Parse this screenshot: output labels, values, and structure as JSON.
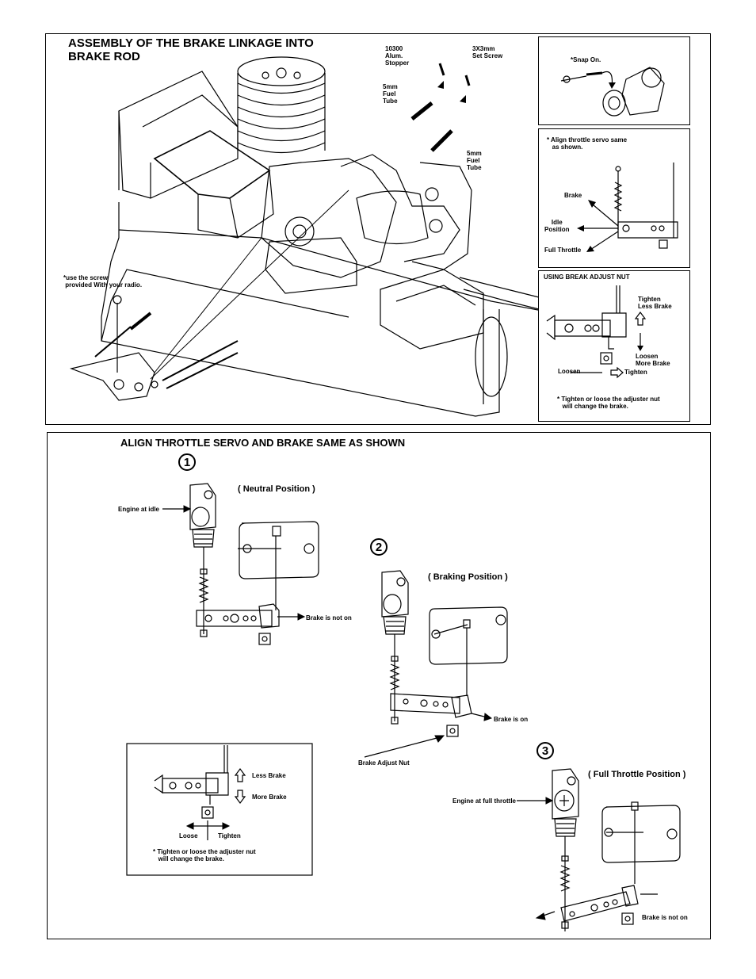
{
  "top_panel": {
    "title": "ASSEMBLY OF THE BRAKE LINKAGE INTO\nBRAKE ROD",
    "labels": {
      "stopper": "10300\nAlum.\nStopper",
      "set_screw": "3X3mm\nSet Screw",
      "fuel_tube_1": "5mm\nFuel\nTube",
      "fuel_tube_2": "5mm\nFuel\nTube",
      "screw_note": "*use the screw\n provided With your radio."
    }
  },
  "snap_panel": {
    "label": "*Snap On."
  },
  "align_panel": {
    "title": "* Align throttle servo same\n   as shown.",
    "brake": "Brake",
    "idle": "Idle\nPosition",
    "full_throttle": "Full Throttle"
  },
  "adjust_panel": {
    "title": "USING BREAK ADJUST NUT",
    "tighten_less": "Tighten\nLess Brake",
    "loosen_more": "Loosen\nMore Brake",
    "loosen": "Loosen",
    "tighten": "Tighten",
    "note": "* Tighten or loose the adjuster nut\n   will change the brake."
  },
  "bottom_panel": {
    "title": "ALIGN THROTTLE SERVO AND BRAKE SAME AS SHOWN",
    "step1": {
      "number": "1",
      "position": "( Neutral Position )",
      "engine": "Engine at idle",
      "brake": "Brake is not on"
    },
    "step2": {
      "number": "2",
      "position": "( Braking Position )",
      "brake": "Brake is on",
      "adjust_nut": "Brake Adjust Nut"
    },
    "step3": {
      "number": "3",
      "position": "( Full Throttle Position )",
      "engine": "Engine at full throttle",
      "brake": "Brake is not on"
    },
    "inset": {
      "less_brake": "Less Brake",
      "more_brake": "More Brake",
      "loose": "Loose",
      "tighten": "Tighten",
      "note": "* Tighten or loose the adjuster nut\n   will change the brake."
    }
  }
}
